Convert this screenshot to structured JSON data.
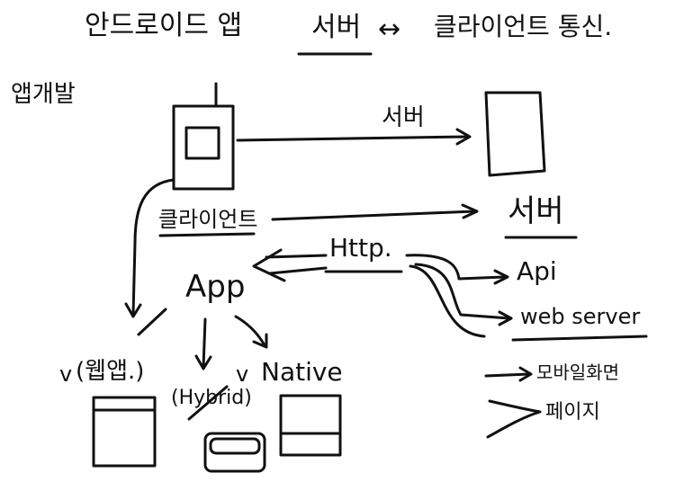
{
  "title": {
    "left": "안드로이드 앱",
    "server": "서버",
    "arrow": "↔",
    "right": "클라이언트 통신."
  },
  "side_label": "앱개발",
  "labels": {
    "server_top": "서버",
    "client": "클라이언트",
    "server_mid": "서버",
    "http": "Http.",
    "app": "App",
    "api": "Api",
    "web_server": "web server",
    "web_app": "(웹앱.)",
    "hybrid": "(Hybrid)",
    "native": "Native",
    "mobile_screen": "모바일화면",
    "page": "페이지"
  },
  "marks": {
    "check": "v"
  }
}
